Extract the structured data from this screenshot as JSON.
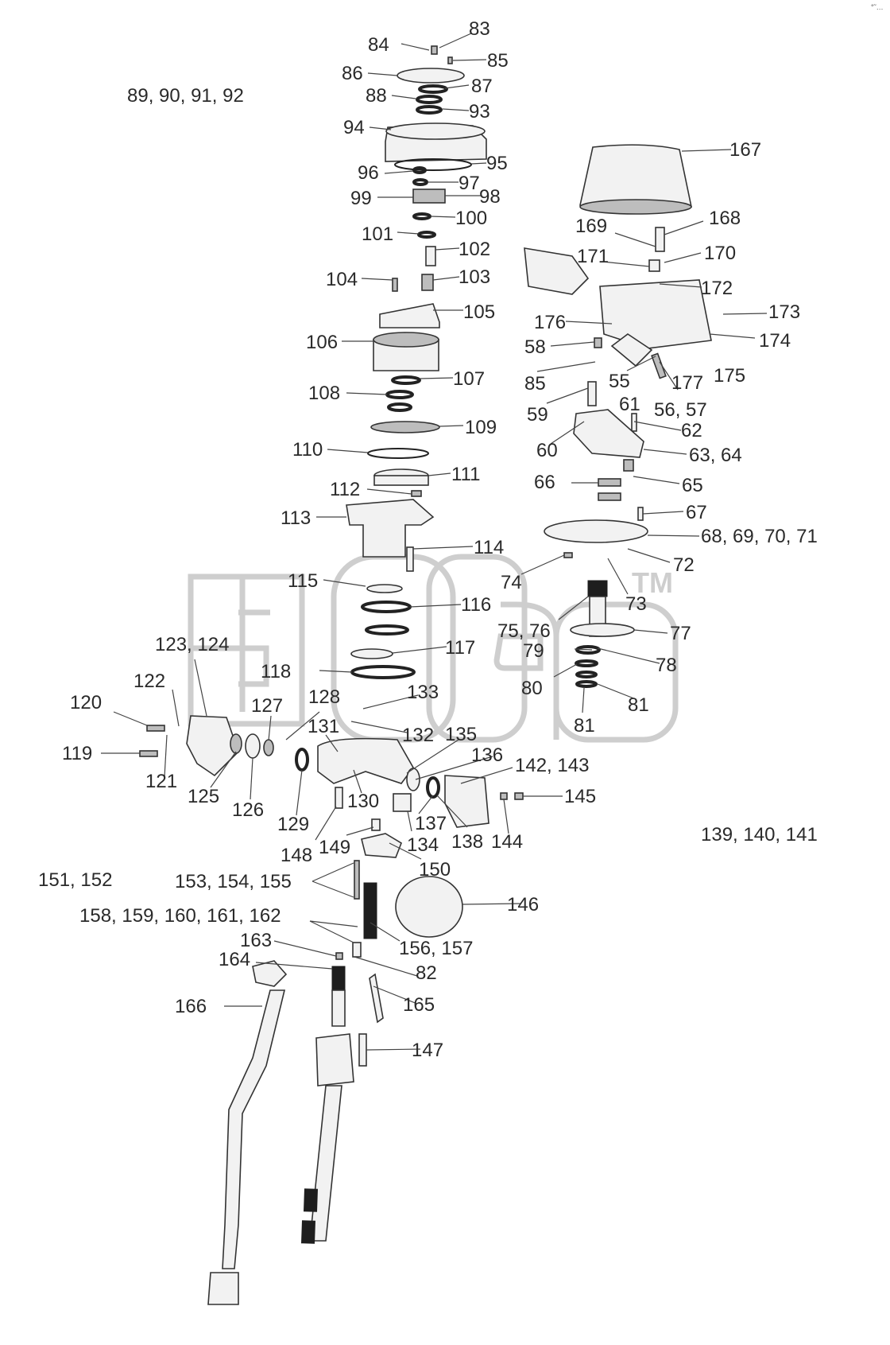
{
  "diagram": {
    "corner_mark": "°˜…",
    "watermark": {
      "word": "elcats",
      "tm": "TM"
    },
    "labels": [
      {
        "id": "l83",
        "text": "83"
      },
      {
        "id": "l84",
        "text": "84"
      },
      {
        "id": "l85a",
        "text": "85"
      },
      {
        "id": "l86",
        "text": "86"
      },
      {
        "id": "l87",
        "text": "87"
      },
      {
        "id": "l88",
        "text": "88"
      },
      {
        "id": "l89",
        "text": "89, 90, 91, 92"
      },
      {
        "id": "l93",
        "text": "93"
      },
      {
        "id": "l94",
        "text": "94"
      },
      {
        "id": "l95",
        "text": "95"
      },
      {
        "id": "l96",
        "text": "96"
      },
      {
        "id": "l97",
        "text": "97"
      },
      {
        "id": "l98",
        "text": "98"
      },
      {
        "id": "l99",
        "text": "99"
      },
      {
        "id": "l100",
        "text": "100"
      },
      {
        "id": "l101",
        "text": "101"
      },
      {
        "id": "l102",
        "text": "102"
      },
      {
        "id": "l103",
        "text": "103"
      },
      {
        "id": "l104",
        "text": "104"
      },
      {
        "id": "l105",
        "text": "105"
      },
      {
        "id": "l106",
        "text": "106"
      },
      {
        "id": "l107",
        "text": "107"
      },
      {
        "id": "l108",
        "text": "108"
      },
      {
        "id": "l109",
        "text": "109"
      },
      {
        "id": "l110",
        "text": "110"
      },
      {
        "id": "l111",
        "text": "111"
      },
      {
        "id": "l112",
        "text": "112"
      },
      {
        "id": "l113",
        "text": "113"
      },
      {
        "id": "l114",
        "text": "114"
      },
      {
        "id": "l115",
        "text": "115"
      },
      {
        "id": "l116",
        "text": "116"
      },
      {
        "id": "l117",
        "text": "117"
      },
      {
        "id": "l118",
        "text": "118"
      },
      {
        "id": "l119",
        "text": "119"
      },
      {
        "id": "l120",
        "text": "120"
      },
      {
        "id": "l121",
        "text": "121"
      },
      {
        "id": "l122",
        "text": "122"
      },
      {
        "id": "l123",
        "text": "123, 124"
      },
      {
        "id": "l125",
        "text": "125"
      },
      {
        "id": "l126",
        "text": "126"
      },
      {
        "id": "l127",
        "text": "127"
      },
      {
        "id": "l128",
        "text": "128"
      },
      {
        "id": "l129",
        "text": "129"
      },
      {
        "id": "l130",
        "text": "130"
      },
      {
        "id": "l131",
        "text": "131"
      },
      {
        "id": "l132",
        "text": "132"
      },
      {
        "id": "l133",
        "text": "133"
      },
      {
        "id": "l134",
        "text": "134"
      },
      {
        "id": "l135",
        "text": "135"
      },
      {
        "id": "l136",
        "text": "136"
      },
      {
        "id": "l137",
        "text": "137"
      },
      {
        "id": "l138",
        "text": "138"
      },
      {
        "id": "l139",
        "text": "139, 140, 141"
      },
      {
        "id": "l142",
        "text": "142, 143"
      },
      {
        "id": "l144",
        "text": "144"
      },
      {
        "id": "l145",
        "text": "145"
      },
      {
        "id": "l146",
        "text": "146"
      },
      {
        "id": "l147",
        "text": "147"
      },
      {
        "id": "l148",
        "text": "148"
      },
      {
        "id": "l149",
        "text": "149"
      },
      {
        "id": "l150",
        "text": "150"
      },
      {
        "id": "l151",
        "text": "151, 152"
      },
      {
        "id": "l153",
        "text": "153, 154, 155"
      },
      {
        "id": "l156",
        "text": "156, 157"
      },
      {
        "id": "l158",
        "text": "158, 159, 160, 161, 162"
      },
      {
        "id": "l163",
        "text": "163"
      },
      {
        "id": "l164",
        "text": "164"
      },
      {
        "id": "l165",
        "text": "165"
      },
      {
        "id": "l166",
        "text": "166"
      },
      {
        "id": "l82",
        "text": "82"
      },
      {
        "id": "l167",
        "text": "167"
      },
      {
        "id": "l168",
        "text": "168"
      },
      {
        "id": "l169",
        "text": "169"
      },
      {
        "id": "l170",
        "text": "170"
      },
      {
        "id": "l171",
        "text": "171"
      },
      {
        "id": "l172",
        "text": "172"
      },
      {
        "id": "l173",
        "text": "173"
      },
      {
        "id": "l174",
        "text": "174"
      },
      {
        "id": "l175",
        "text": "175"
      },
      {
        "id": "l176",
        "text": "176"
      },
      {
        "id": "l177",
        "text": "177"
      },
      {
        "id": "l58",
        "text": "58"
      },
      {
        "id": "l85b",
        "text": "85"
      },
      {
        "id": "l55",
        "text": "55"
      },
      {
        "id": "l56",
        "text": "56, 57"
      },
      {
        "id": "l59",
        "text": "59"
      },
      {
        "id": "l61",
        "text": "61"
      },
      {
        "id": "l62",
        "text": "62"
      },
      {
        "id": "l60",
        "text": "60"
      },
      {
        "id": "l63",
        "text": "63, 64"
      },
      {
        "id": "l66",
        "text": "66"
      },
      {
        "id": "l65",
        "text": "65"
      },
      {
        "id": "l67",
        "text": "67"
      },
      {
        "id": "l68",
        "text": "68, 69, 70, 71"
      },
      {
        "id": "l72",
        "text": "72"
      },
      {
        "id": "l74",
        "text": "74"
      },
      {
        "id": "l73",
        "text": "73"
      },
      {
        "id": "l75",
        "text": "75, 76"
      },
      {
        "id": "l77",
        "text": "77"
      },
      {
        "id": "l79",
        "text": "79"
      },
      {
        "id": "l78",
        "text": "78"
      },
      {
        "id": "l80",
        "text": "80"
      },
      {
        "id": "l81a",
        "text": "81"
      },
      {
        "id": "l81b",
        "text": "81"
      }
    ]
  }
}
